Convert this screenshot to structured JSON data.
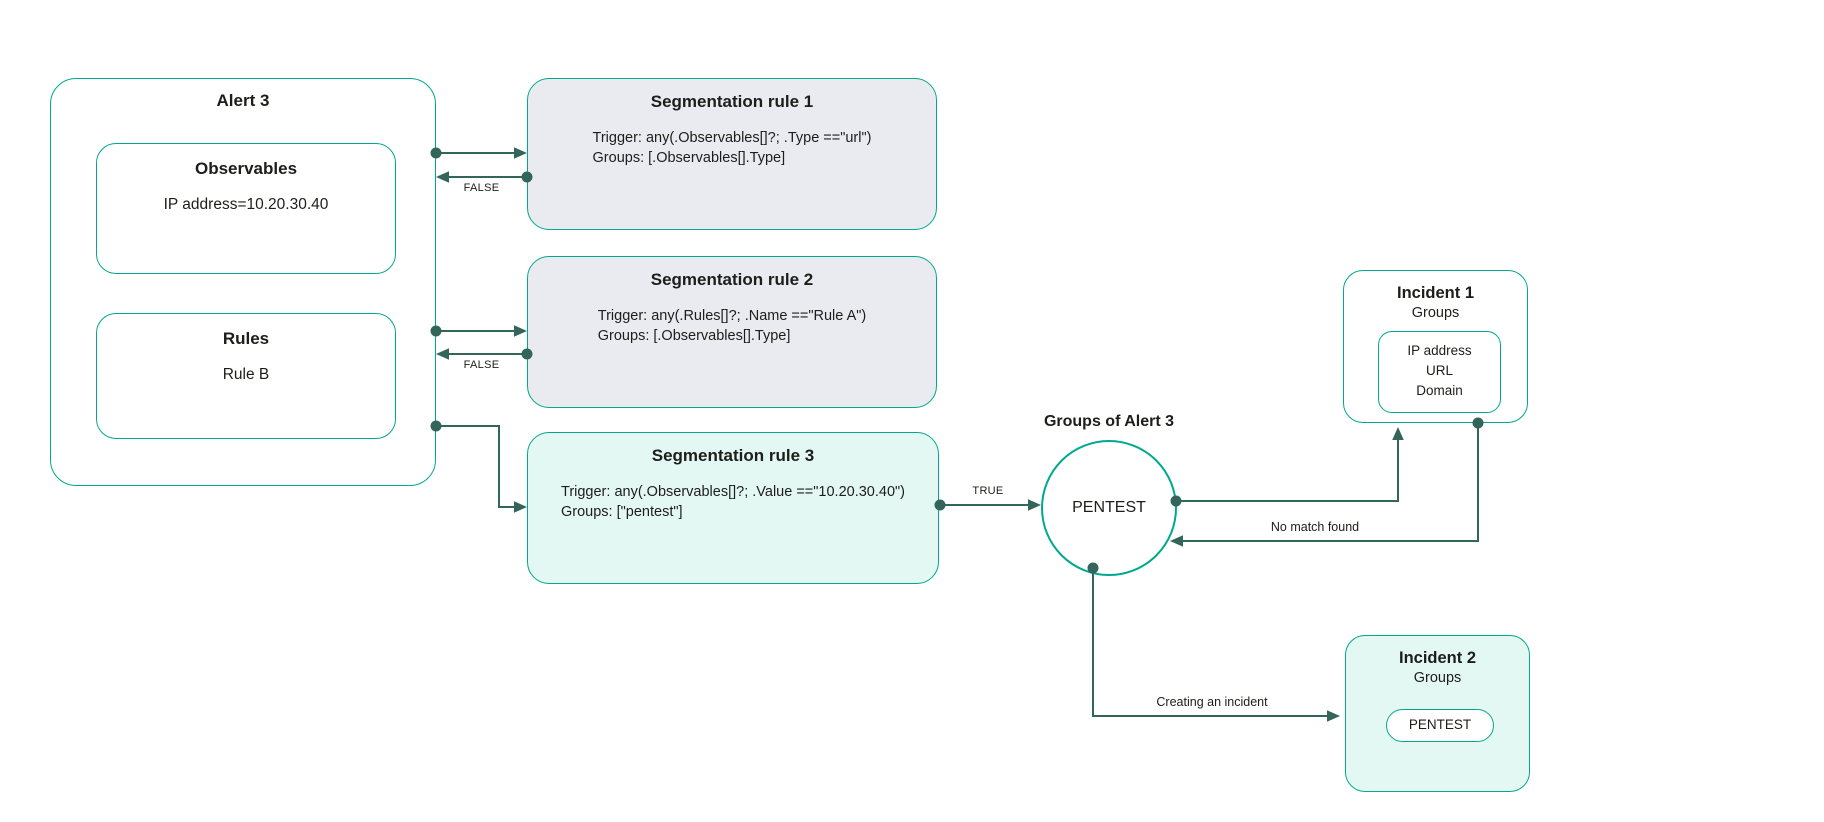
{
  "diagram": {
    "alert": {
      "title": "Alert 3",
      "observables": {
        "title": "Observables",
        "value": "IP address=10.20.30.40"
      },
      "rules": {
        "title": "Rules",
        "value": "Rule B"
      }
    },
    "segmentation_rules": [
      {
        "title": "Segmentation rule 1",
        "trigger": "Trigger: any(.Observables[]?; .Type ==\"url\")",
        "groups": "Groups: [.Observables[].Type]"
      },
      {
        "title": "Segmentation rule 2",
        "trigger": "Trigger: any(.Rules[]?; .Name ==\"Rule A\")",
        "groups": "Groups: [.Observables[].Type]"
      },
      {
        "title": "Segmentation rule 3",
        "trigger": "Trigger: any(.Observables[]?; .Value ==\"10.20.30.40\")",
        "groups": "Groups: [\"pentest\"]"
      }
    ],
    "groups_node": {
      "title": "Groups of Alert 3",
      "value": "PENTEST"
    },
    "edge_labels": {
      "false_rule1": "FALSE",
      "false_rule2": "FALSE",
      "true_rule3": "TRUE",
      "no_match": "No match found",
      "creating_incident": "Creating an incident"
    },
    "incident1": {
      "title": "Incident 1",
      "subtitle": "Groups",
      "groups": [
        "IP address",
        "URL",
        "Domain"
      ]
    },
    "incident2": {
      "title": "Incident 2",
      "subtitle": "Groups",
      "group": "PENTEST"
    },
    "colors": {
      "teal": "#00A88E",
      "connector": "#33655B",
      "rule_gray_bg": "#E9EBF0",
      "mint_bg": "#E4F8F3",
      "text": "#1D1D1B"
    }
  }
}
